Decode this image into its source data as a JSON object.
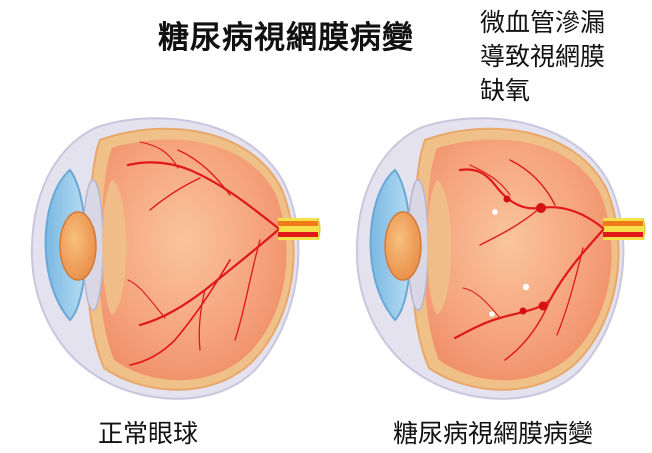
{
  "title": "糖尿病視網膜病變",
  "annotation": {
    "lines": [
      "微血管滲漏",
      "導致視網膜",
      "缺氧"
    ]
  },
  "labels": {
    "normal": "正常眼球",
    "diseased": "糖尿病視網膜病變"
  },
  "colors": {
    "sclera": "#e4e2ef",
    "cornea": "#8fc6e8",
    "lens": "#f2a05a",
    "choroid": "#f0c089",
    "retina_fill": "#f7a680",
    "vessel": "#e01818",
    "optic_nerve_yellow": "#f5e04a",
    "exudate": "#ffffff"
  }
}
